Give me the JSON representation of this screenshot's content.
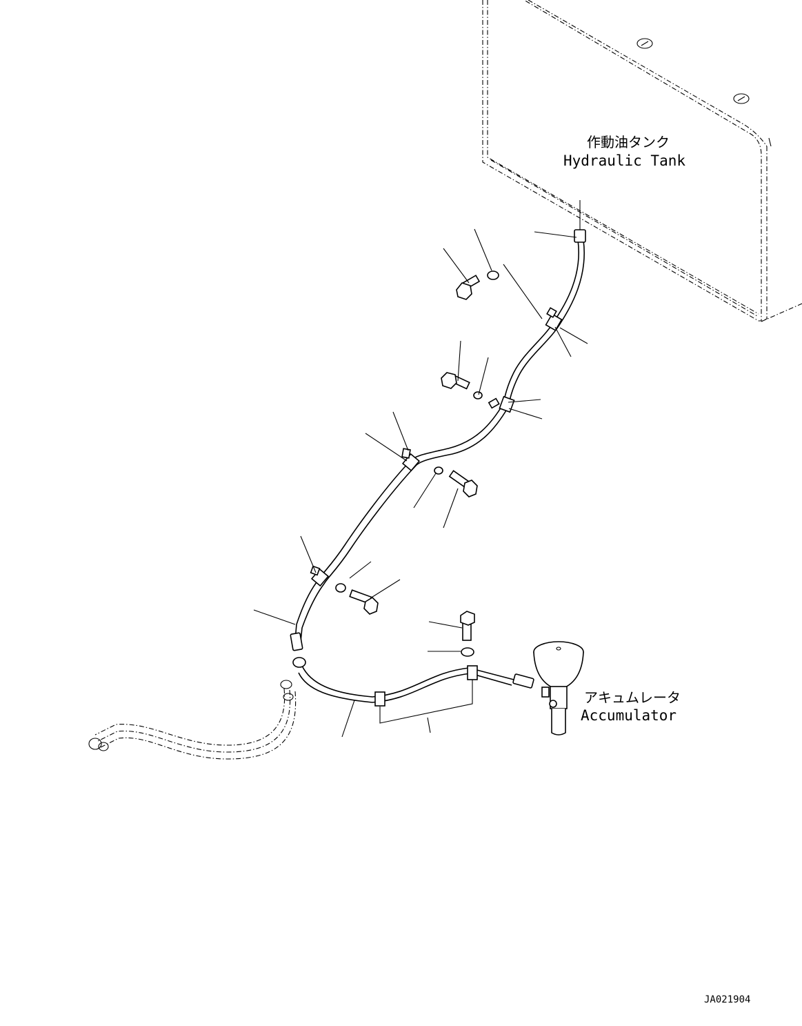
{
  "labels": {
    "hydraulic_tank_jp": "作動油タンク",
    "hydraulic_tank_en": "Hydraulic Tank",
    "accumulator_jp": "アキュムレータ",
    "accumulator_en": "Accumulator",
    "drawing_id": "JA021904"
  },
  "icons": {
    "tank": "hydraulic-tank-outline",
    "accumulator": "accumulator-sphere",
    "bolt": "hex-bolt",
    "washer": "flat-washer",
    "clamp": "hose-clamp"
  }
}
